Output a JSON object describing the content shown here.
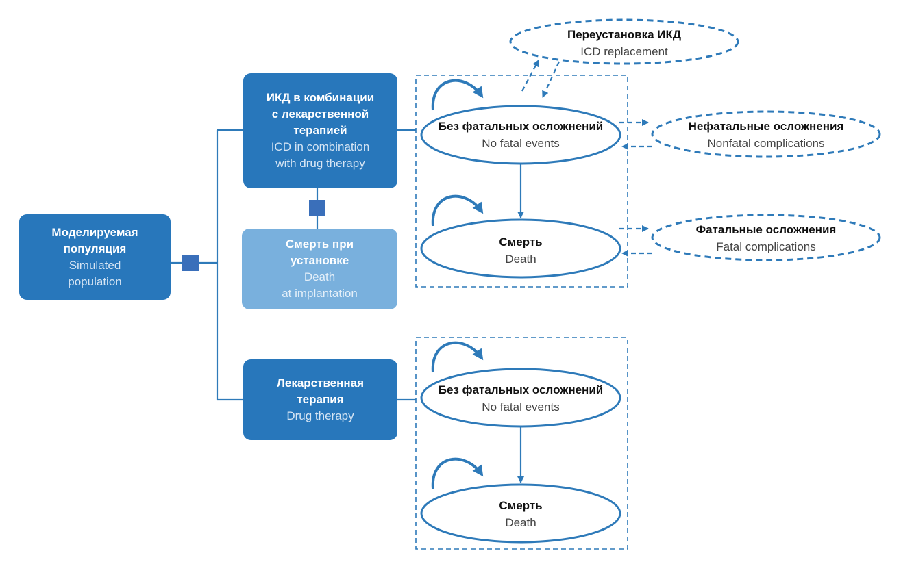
{
  "colors": {
    "dark_box": "#2877bb",
    "light_box": "#79b0dd",
    "line": "#2e7ab9",
    "connector_square": "#3a6fba"
  },
  "nodes": {
    "simulated_population": {
      "ru_line1": "Моделируемая",
      "ru_line2": "популяция",
      "en_line1": "Simulated",
      "en_line2": "population"
    },
    "icd_drug": {
      "ru_line1": "ИКД в комбинации",
      "ru_line2": "с лекарственной",
      "ru_line3": "терапией",
      "en_line1": "ICD in combination",
      "en_line2": "with drug therapy"
    },
    "death_implantation": {
      "ru_line1": "Смерть при",
      "ru_line2": "установке",
      "en_line1": "Death",
      "en_line2": "at implantation"
    },
    "drug_therapy": {
      "ru_line1": "Лекарственная",
      "ru_line2": "терапия",
      "en_line1": "Drug therapy"
    }
  },
  "states": {
    "icd_no_fatal": {
      "ru": "Без фатальных осложнений",
      "en": "No fatal events"
    },
    "icd_death": {
      "ru": "Смерть",
      "en": "Death"
    },
    "icd_replacement": {
      "ru": "Переустановка ИКД",
      "en": "ICD replacement"
    },
    "nonfatal_complications": {
      "ru": "Нефатальные осложнения",
      "en": "Nonfatal complications"
    },
    "fatal_complications": {
      "ru": "Фатальные осложнения",
      "en": "Fatal complications"
    },
    "drug_no_fatal": {
      "ru": "Без фатальных осложнений",
      "en": "No fatal events"
    },
    "drug_death": {
      "ru": "Смерть",
      "en": "Death"
    }
  }
}
